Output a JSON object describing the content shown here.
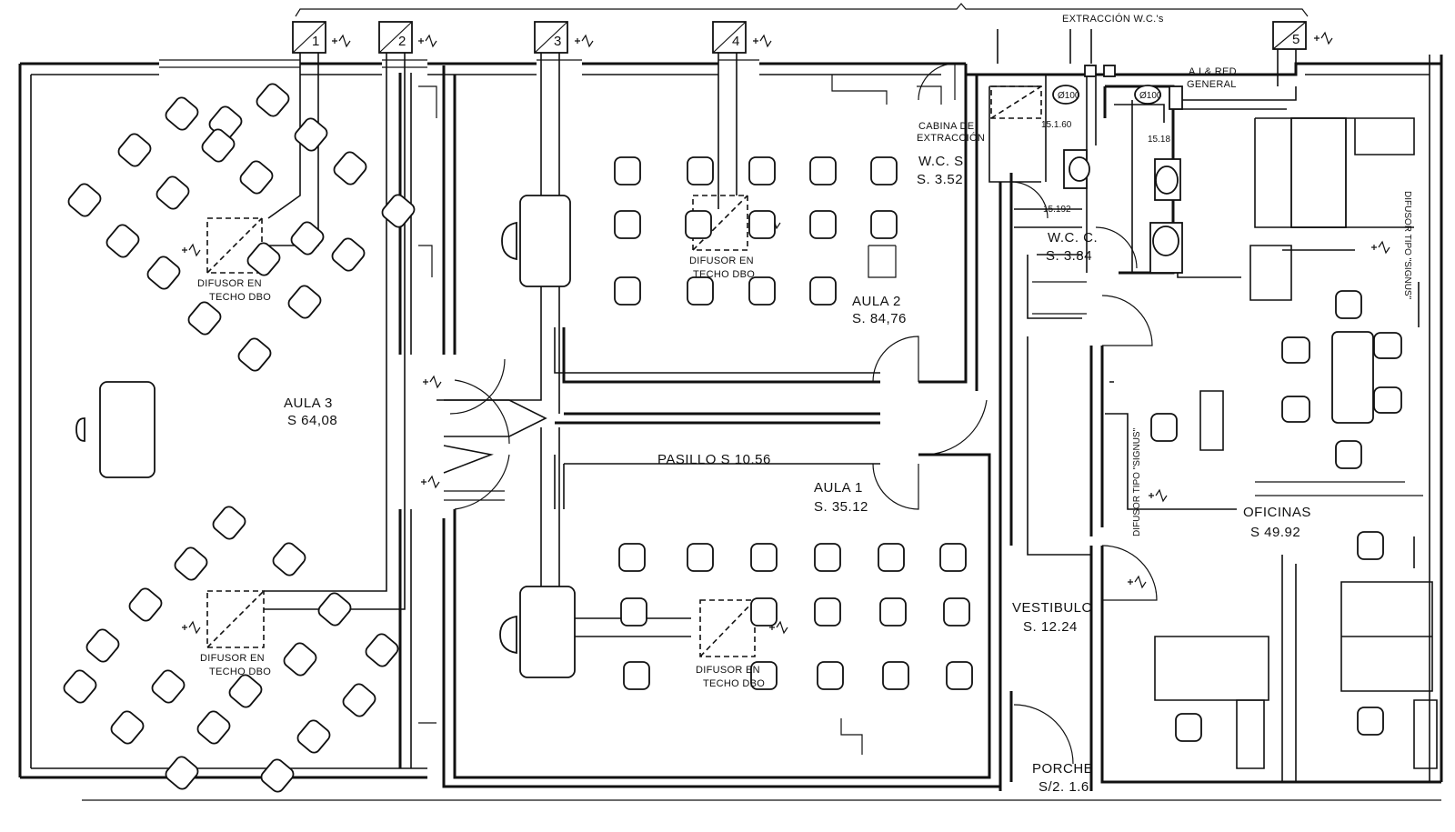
{
  "plan": {
    "rooms": {
      "aula3": {
        "name": "AULA 3",
        "area": "S 64,08"
      },
      "aula2": {
        "name": "AULA 2",
        "area": "S. 84,76"
      },
      "aula1": {
        "name": "AULA 1",
        "area": "S. 35.12"
      },
      "pasillo": {
        "label": "PASILLO  S 10.56"
      },
      "wcs": {
        "name": "W.C. S.",
        "area": "S. 3.52"
      },
      "wcc": {
        "name": "W.C. C.",
        "area": "S. 3.84"
      },
      "oficinas": {
        "name": "OFICINAS",
        "area": "S 49.92"
      },
      "vestibulo": {
        "name": "VESTIBULO",
        "area": "S. 12.24"
      },
      "porche": {
        "name": "PORCHE",
        "area": "S/2. 1.6"
      }
    },
    "units": [
      "1",
      "2",
      "3",
      "4",
      "5"
    ],
    "diffuser": {
      "line1": "DIFUSOR EN",
      "line2": "TECHO DBO"
    },
    "extraction_wc": "EXTRACCIÓN W.C.'s",
    "cabina": {
      "line1": "CABINA DE",
      "line2": "EXTRACCIÓN"
    },
    "ai_red": {
      "line1": "A.I.& RED",
      "line2": "GENERAL"
    },
    "fan_labels": {
      "f1": "Ø100",
      "f2": "Ø100"
    },
    "dims": {
      "d1": "15.1.60",
      "d2": "15.18",
      "d3": "15.192"
    },
    "vertical_notes": {
      "right": "DIFUSOR TIPO \"SIGNUS\"",
      "middle": "DIFUSOR TIPO \"SIGNUS\""
    },
    "icon_names": [
      "thermostat-icon",
      "door-swing-icon",
      "chair-icon",
      "desk-icon",
      "toilet-icon",
      "sink-icon",
      "fan-icon"
    ]
  }
}
